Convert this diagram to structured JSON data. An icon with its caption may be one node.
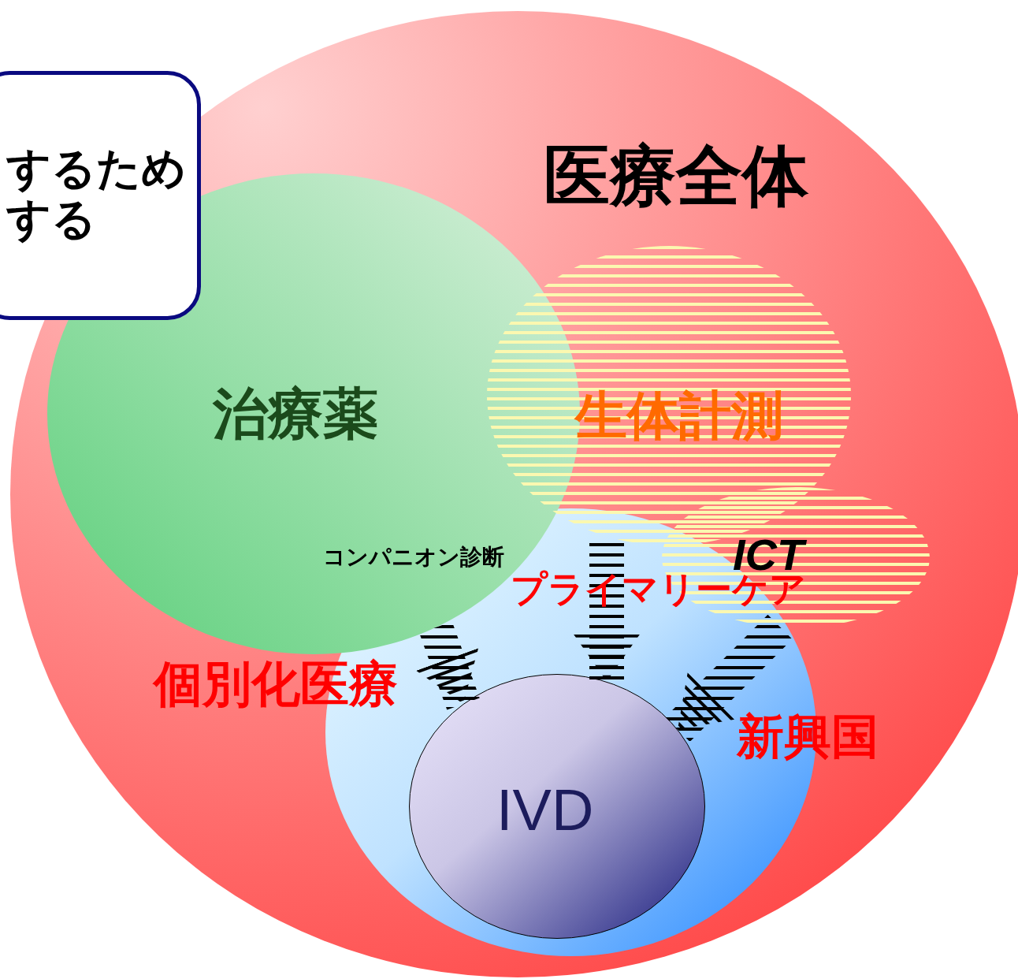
{
  "diagram": {
    "nodes": [
      {
        "text": [
          "医療全体"
        ]
      },
      {
        "text": [
          "治療薬"
        ],
        "in": 0
      },
      {
        "text": [
          "生体計測"
        ],
        "in": 0
      },
      {
        "text": [
          "ICT"
        ],
        "in": 0
      },
      {
        "text": [],
        "shape": "circle",
        "in": 0
      },
      {
        "text": [
          "IVD"
        ],
        "in": 4
      },
      {
        "text": [
          "するためする"
        ]
      }
    ],
    "edges": [
      {
        "from": 1,
        "to": 5,
        "arrow": "to",
        "style": "thick"
      },
      {
        "from": 2,
        "to": 5,
        "arrow": "to",
        "style": "thick"
      },
      {
        "from": 3,
        "to": 5,
        "arrow": "to",
        "style": "thick"
      }
    ],
    "labels": [
      "コンパニオン診断",
      "プライマリーケア",
      "個別化医療",
      "新興国"
    ]
  }
}
